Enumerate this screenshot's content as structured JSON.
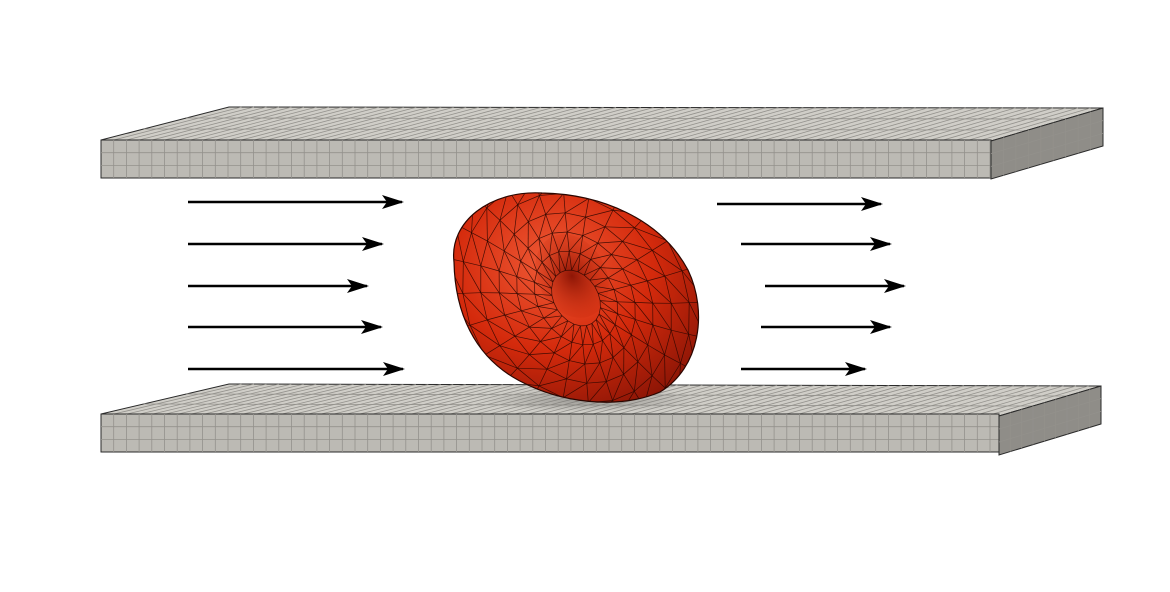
{
  "scene": {
    "subject": "red-blood-cell-in-channel-flow",
    "colors": {
      "background": "#ffffff",
      "plate_front": "#bcbab4",
      "plate_top": "#d0cec8",
      "plate_side": "#8f8d88",
      "plate_grid": "#93918c",
      "plate_edge": "#2a2a2a",
      "cell_fill": "#d42a0c",
      "cell_highlight": "#ef5a36",
      "cell_shade": "#8e1606",
      "mesh_line": "#2a0600",
      "arrow": "#000000"
    },
    "plates": [
      {
        "name": "top-plate"
      },
      {
        "name": "bottom-plate"
      }
    ],
    "arrows": {
      "left": [
        1,
        2,
        3,
        4,
        5
      ],
      "right": [
        1,
        2,
        3,
        4,
        5
      ]
    }
  }
}
